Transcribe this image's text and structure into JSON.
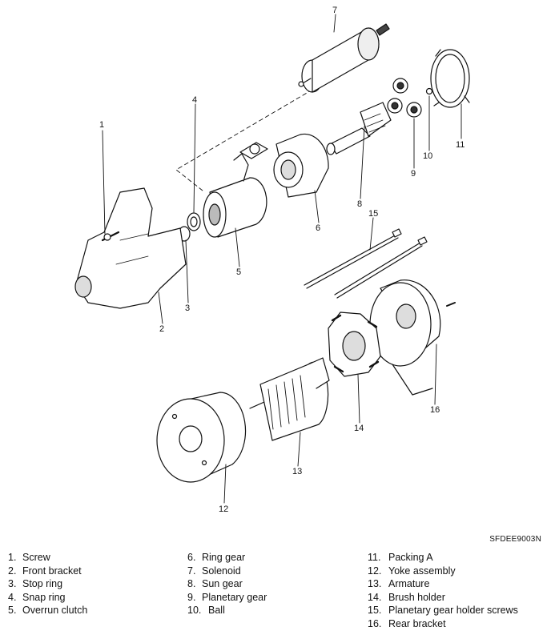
{
  "figure_code": "SFDEE9003N",
  "callouts": [
    "1",
    "2",
    "3",
    "4",
    "5",
    "6",
    "7",
    "8",
    "9",
    "10",
    "11",
    "12",
    "13",
    "14",
    "15",
    "16"
  ],
  "legend": {
    "col_a": [
      {
        "num": "1.",
        "label": "Screw"
      },
      {
        "num": "2.",
        "label": "Front bracket"
      },
      {
        "num": "3.",
        "label": "Stop ring"
      },
      {
        "num": "4.",
        "label": "Snap ring"
      },
      {
        "num": "5.",
        "label": "Overrun clutch"
      }
    ],
    "col_b": [
      {
        "num": "6.",
        "label": "Ring gear"
      },
      {
        "num": "7.",
        "label": "Solenoid"
      },
      {
        "num": "8.",
        "label": "Sun gear"
      },
      {
        "num": "9.",
        "label": "Planetary gear"
      },
      {
        "num": "10.",
        "label": "Ball"
      }
    ],
    "col_c": [
      {
        "num": "11.",
        "label": "Packing A"
      },
      {
        "num": "12.",
        "label": "Yoke assembly"
      },
      {
        "num": "13.",
        "label": "Armature"
      },
      {
        "num": "14.",
        "label": "Brush holder"
      },
      {
        "num": "15.",
        "label": "Planetary gear holder screws"
      },
      {
        "num": "16.",
        "label": "Rear bracket"
      }
    ]
  }
}
